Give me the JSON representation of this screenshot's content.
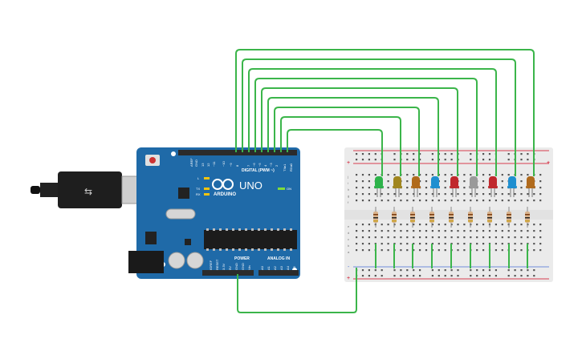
{
  "colors": {
    "wire": "#3bb54a",
    "board": "#1f6aa8",
    "breadboard": "#ebebeb",
    "rail_red": "#d0021b",
    "rail_blue": "#4a6fd6"
  },
  "arduino": {
    "brand": "ARDUINO",
    "model": "UNO",
    "digital_label": "DIGITAL (PWM ~)",
    "analog_label": "ANALOG IN",
    "power_label": "POWER",
    "aref_label": "AREF",
    "gnd_label": "GND",
    "on_label": "ON",
    "l_label": "L",
    "tx_label": "TX",
    "rx_label": "RX",
    "tx1_label": "TX▸1",
    "rx0_label": "RX◂0",
    "digital_pins": [
      "13",
      "12",
      "~11",
      "~10",
      "~9",
      "8",
      "7",
      "~6",
      "~5",
      "4",
      "~3",
      "2"
    ],
    "analog_pins": [
      "A0",
      "A1",
      "A2",
      "A3",
      "A4",
      "A5"
    ],
    "power_pins": [
      "IOREF",
      "RESET",
      "3.3V",
      "5V",
      "GND",
      "GND",
      "Vin"
    ]
  },
  "breadboard": {
    "row_letters_top": [
      "j",
      "i",
      "h",
      "g",
      "f"
    ],
    "row_letters_bottom": [
      "e",
      "d",
      "c",
      "b",
      "a"
    ],
    "plus_sign": "+",
    "minus_sign": "-"
  },
  "leds": [
    {
      "color": "#2db34a"
    },
    {
      "color": "#a0861e"
    },
    {
      "color": "#b06a1c"
    },
    {
      "color": "#1f8fd0"
    },
    {
      "color": "#c0282d"
    },
    {
      "color": "#9a9a9a"
    },
    {
      "color": "#c0282d"
    },
    {
      "color": "#1f8fd0"
    },
    {
      "color": "#b06a1c"
    }
  ]
}
